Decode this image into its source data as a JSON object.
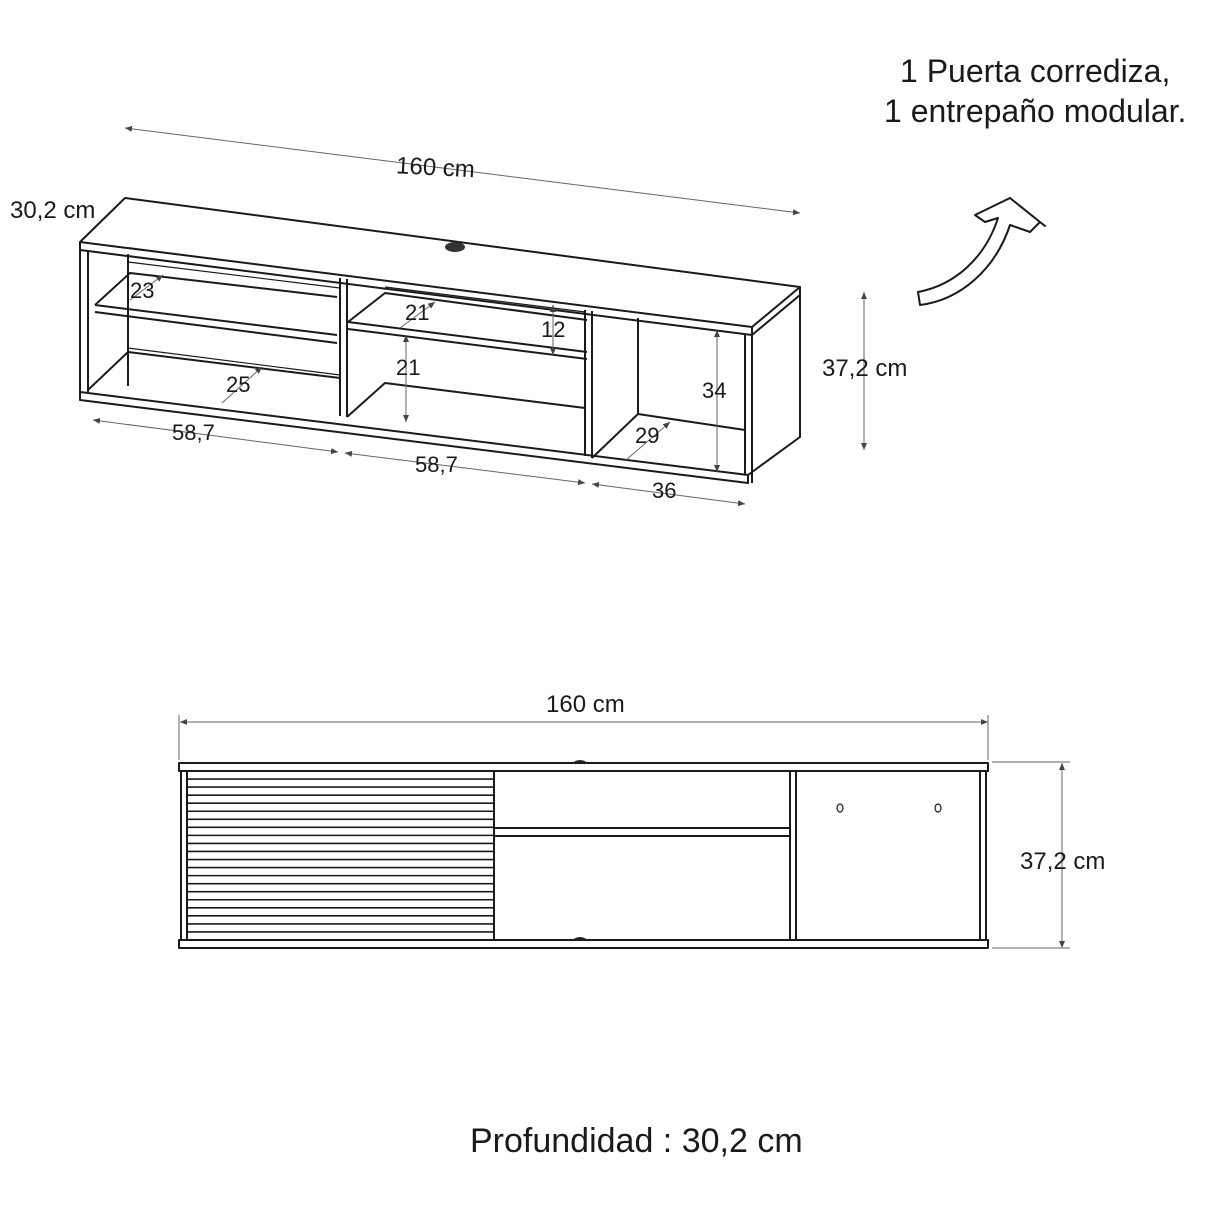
{
  "note": {
    "line1": "1 Puerta corrediza,",
    "line2": "1 entrepaño modular."
  },
  "iso_view": {
    "width": "160 cm",
    "depth": "30,2 cm",
    "height": "37,2 cm",
    "left_upper_depth": "23",
    "left_lower_depth": "25",
    "mid_upper_depth": "21",
    "mid_upper_height": "12",
    "mid_lower_height": "21",
    "right_height": "34",
    "right_depth": "29",
    "left_width": "58,7",
    "mid_width": "58,7",
    "right_width": "36"
  },
  "front_view": {
    "width": "160 cm",
    "height": "37,2 cm",
    "door_slats": 21
  },
  "footer": {
    "depth_label": "Profundidad : 30,2 cm"
  },
  "colors": {
    "line": "#1a1a1a",
    "dimension": "#666666"
  }
}
